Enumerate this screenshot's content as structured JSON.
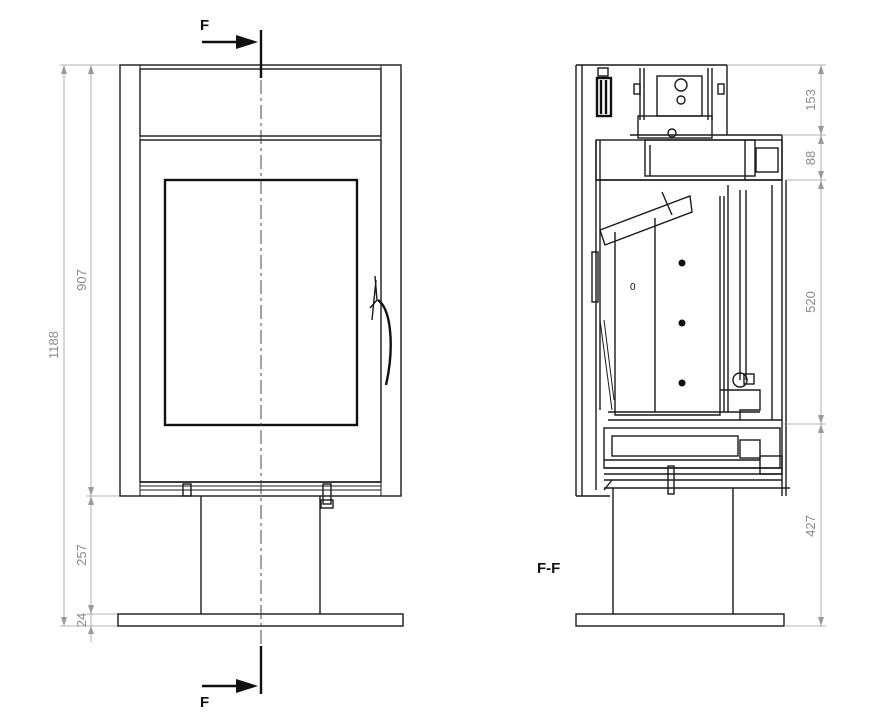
{
  "front_view": {
    "dimensions": {
      "total": "1188",
      "body": "907",
      "pedestal": "257",
      "base": "24"
    },
    "section_marker_top": "F",
    "section_marker_bottom": "F"
  },
  "side_view": {
    "label": "F-F",
    "dimensions": {
      "top": "153",
      "upper": "88",
      "firebox": "520",
      "pedestal": "427"
    },
    "label_small": "0"
  },
  "colors": {
    "line": "#1a1a1a",
    "dimension": "#9a9a9a"
  }
}
